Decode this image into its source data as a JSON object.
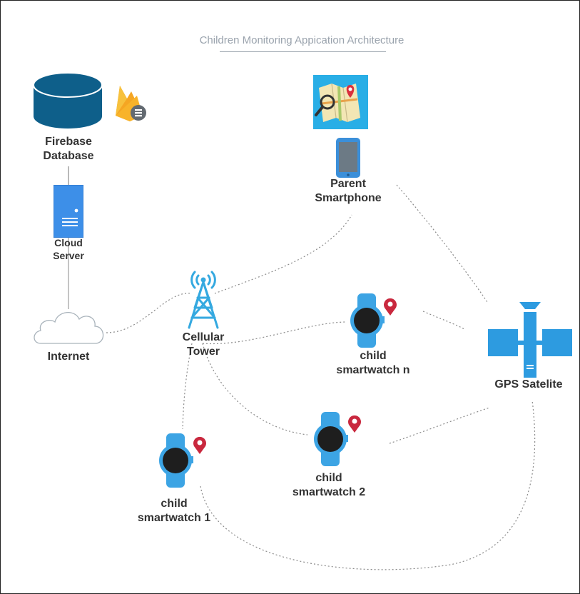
{
  "title": "Children Monitoring Appication Architecture",
  "nodes": {
    "firebase_line1": "Firebase",
    "firebase_line2": "Database",
    "cloud_line1": "Cloud",
    "cloud_line2": "Server",
    "internet": "Internet",
    "tower_line1": "Cellular",
    "tower_line2": "Tower",
    "parent_line1": "Parent",
    "parent_line2": "Smartphone",
    "gps": "GPS Satelite",
    "watch_n_line1": "child",
    "watch_n_line2": "smartwatch n",
    "watch_2_line1": "child",
    "watch_2_line2": "smartwatch 2",
    "watch_1_line1": "child",
    "watch_1_line2": "smartwatch 1"
  },
  "colors": {
    "database": "#0e5f8a",
    "server": "#3d8fe8",
    "tower": "#35a9e0",
    "satellite": "#2d9be0",
    "watch_band": "#3ca4e4",
    "pin": "#c9283e",
    "link": "#888888"
  }
}
